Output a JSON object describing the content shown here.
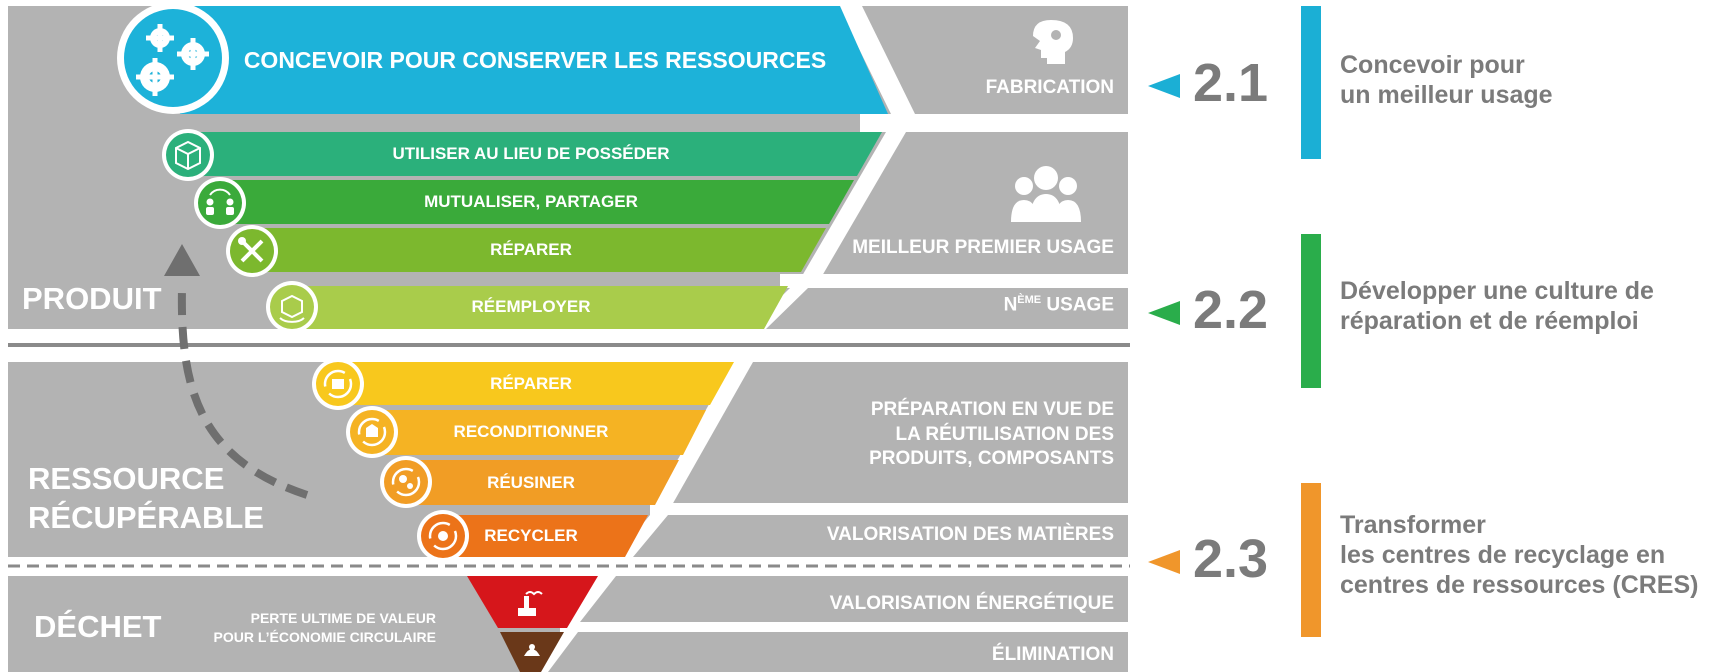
{
  "colors": {
    "panel_gray": "#b3b3b3",
    "concevoir": "#1db2d9",
    "utiliser": "#2bb07b",
    "mutualiser": "#3aaa3a",
    "reparer_produit": "#7cb82e",
    "reemployer": "#a9cc4b",
    "reparer_ressource": "#f8c81d",
    "reconditionner": "#f5b323",
    "reusiner": "#f19d25",
    "recycler": "#ec7319",
    "energetique": "#d6161b",
    "elimination": "#6a3819",
    "bar_2_1": "#1bafd5",
    "bar_2_2": "#2aad4b",
    "bar_2_3": "#f0962b",
    "text_gray": "#7b7b7b"
  },
  "sections": {
    "produit": "PRODUIT",
    "ressource_line1": "RESSOURCE",
    "ressource_line2": "RÉCUPÉRABLE",
    "dechet": "DÉCHET",
    "dechet_note_line1": "PERTE ULTIME DE VALEUR",
    "dechet_note_line2": "POUR L’ÉCONOMIE CIRCULAIRE"
  },
  "funnel": {
    "concevoir": "CONCEVOIR POUR CONSERVER LES RESSOURCES",
    "utiliser": "UTILISER AU LIEU DE POSSÉDER",
    "mutualiser": "MUTUALISER, PARTAGER",
    "reparer_produit": "RÉPARER",
    "reemployer": "RÉEMPLOYER",
    "reparer_ressource": "RÉPARER",
    "reconditionner": "RECONDITIONNER",
    "reusiner": "RÉUSINER",
    "recycler": "RECYCLER"
  },
  "right_panels": {
    "fabrication": "FABRICATION",
    "meilleur_premier_usage": "MEILLEUR PREMIER USAGE",
    "neme_usage_n": "N",
    "neme_usage_sup": "ÈME",
    "neme_usage_word": " USAGE",
    "preparation_line1": "PRÉPARATION EN VUE DE",
    "preparation_line2": "LA RÉUTILISATION DES",
    "preparation_line3": "PRODUITS, COMPOSANTS",
    "valorisation_matieres": "VALORISATION DES MATIÈRES",
    "valorisation_energetique": "VALORISATION ÉNERGÉTIQUE",
    "elimination": "ÉLIMINATION"
  },
  "strategies": [
    {
      "number": "2.1",
      "line1": "Concevoir pour",
      "line2": "un meilleur usage"
    },
    {
      "number": "2.2",
      "line1": "Développer une culture de",
      "line2": "réparation et de réemploi"
    },
    {
      "number": "2.3",
      "line1": "Transformer",
      "line2": "les centres de recyclage en",
      "line3": "centres de ressources (CRES)"
    }
  ],
  "icons": {
    "concevoir": "gears-icon",
    "utiliser": "box-icon",
    "mutualiser": "people-sharing-icon",
    "reparer_produit": "tools-icon",
    "reemployer": "reuse-icon",
    "reparer_ressource": "repair-cycle-icon",
    "reconditionner": "recondition-icon",
    "reusiner": "remanufacture-icon",
    "recycler": "recycle-icon",
    "energetique": "factory-icon",
    "elimination": "landfill-icon",
    "fabrication": "head-brain-icon",
    "meilleur_premier_usage": "group-users-icon"
  }
}
